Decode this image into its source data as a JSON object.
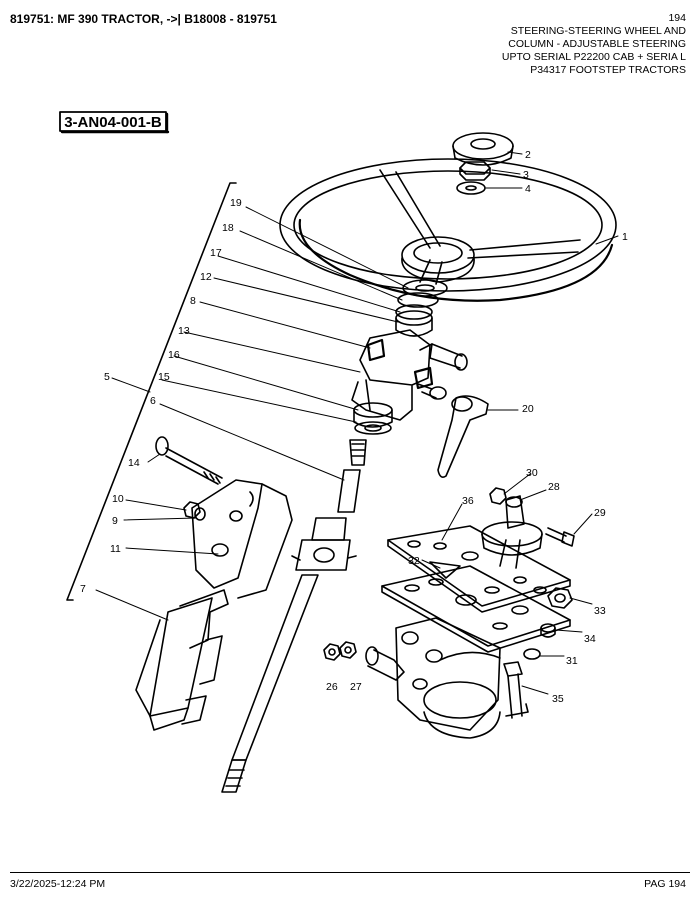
{
  "header": {
    "title": "819751: MF 390 TRACTOR, ->| B18008 - 819751",
    "page_number": "194",
    "description_lines": [
      "STEERING-STEERING WHEEL AND",
      "COLUMN - ADJUSTABLE STEERING",
      "UPTO SERIAL P22200 CAB + SERIA L",
      "P34317 FOOTSTEP TRACTORS"
    ]
  },
  "diagram": {
    "reference_code": "3-AN04-001-B",
    "callouts": [
      "1",
      "2",
      "3",
      "4",
      "5",
      "6",
      "7",
      "8",
      "9",
      "10",
      "11",
      "12",
      "13",
      "14",
      "15",
      "16",
      "17",
      "18",
      "19",
      "20",
      "26",
      "27",
      "28",
      "29",
      "30",
      "31",
      "32",
      "33",
      "34",
      "35",
      "36"
    ]
  },
  "footer": {
    "timestamp": "3/22/2025-12:24 PM",
    "page_label": "PAG 194"
  }
}
